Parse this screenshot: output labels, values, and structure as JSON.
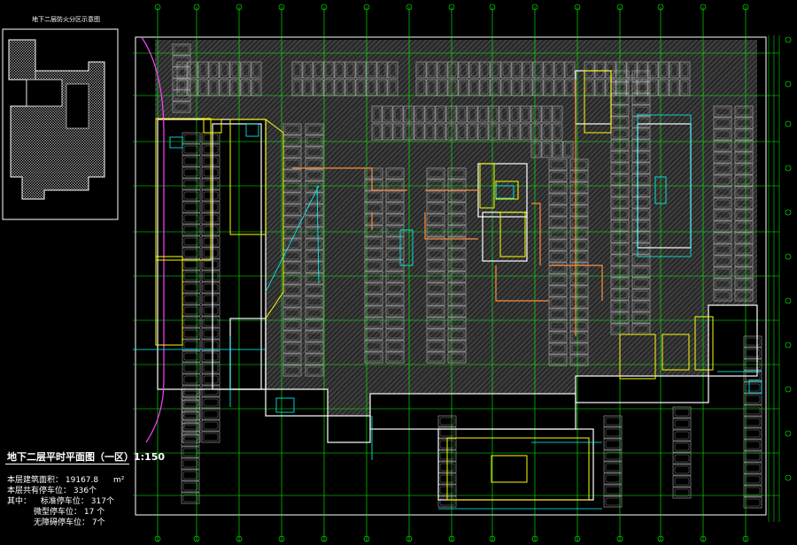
{
  "key_plan": {
    "title": "地下二层防火分区示意图"
  },
  "sheet": {
    "title": "地下二层平时平面图（一区）1:150"
  },
  "stats": {
    "area_label": "本层建筑面积：",
    "area_value": "19167.8",
    "area_unit": "m²",
    "parking_total_label": "本层共有停车位：",
    "parking_total_value": "336个",
    "of_which_label": "其中：",
    "standard_label": "标准停车位：",
    "standard_value": "317个",
    "micro_label": "微型停车位：",
    "micro_value": "17 个",
    "accessible_label": "无障碍停车位：",
    "accessible_value": "7个"
  },
  "colors": {
    "background": "#000000",
    "walls": "#ffffff",
    "grid_lines": "#00ff00",
    "fire_zone": "#ffff00",
    "ducts": "#ff8c3a",
    "pipes": "#00ffff",
    "hatch": "#8a8a8a",
    "equipment": "#ff40ff"
  }
}
